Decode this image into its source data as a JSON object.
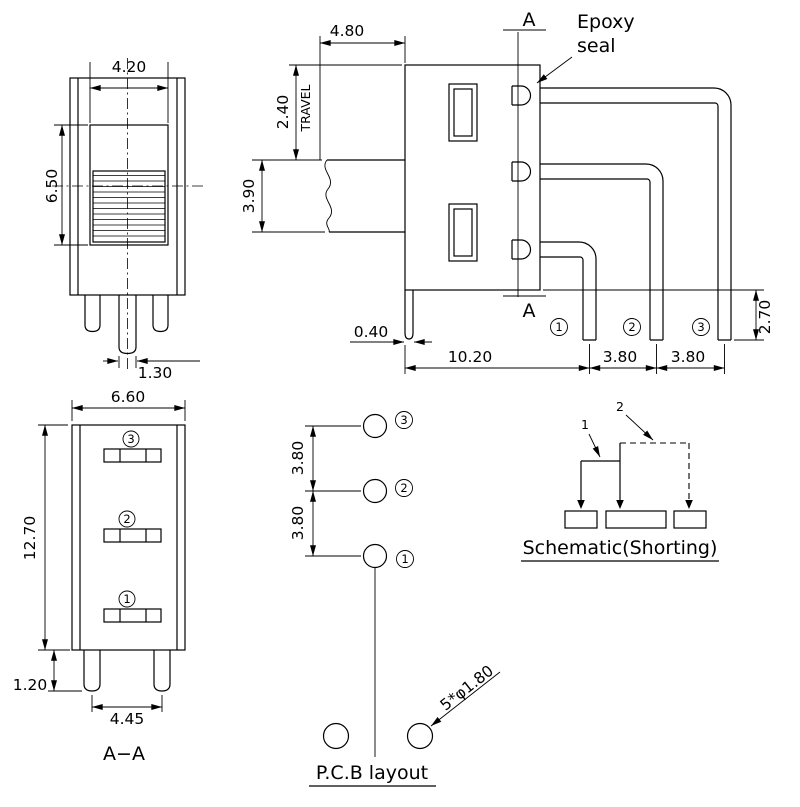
{
  "front_view": {
    "slider_width": "4.20",
    "slider_height": "6.50",
    "pin_width": "1.30"
  },
  "side_view": {
    "body_width": "4.80",
    "travel": "2.40",
    "travel_label": "TRAVEL",
    "shaft_height": "3.90",
    "pin_thickness": "0.40",
    "pin1_offset": "10.20",
    "pin_pitch_a": "3.80",
    "pin_pitch_b": "3.80",
    "pin_length": "2.70",
    "section_top": "A",
    "section_bottom": "A",
    "epoxy_line1": "Epoxy",
    "epoxy_line2": "seal",
    "pin_numbers": [
      "1",
      "2",
      "3"
    ]
  },
  "section_view": {
    "body_width": "6.60",
    "body_height": "12.70",
    "pin_length": "1.20",
    "pin_span": "4.45",
    "title": "A−A",
    "contact_numbers": [
      "3",
      "2",
      "1"
    ]
  },
  "pcb_view": {
    "pitch_a": "3.80",
    "pitch_b": "3.80",
    "hole_spec": "5*φ1.80",
    "title": "P.C.B layout",
    "pad_numbers": [
      "3",
      "2",
      "1"
    ]
  },
  "schematic_view": {
    "title": "Schematic(Shorting)",
    "pole_label": "1",
    "throw_label": "2"
  }
}
